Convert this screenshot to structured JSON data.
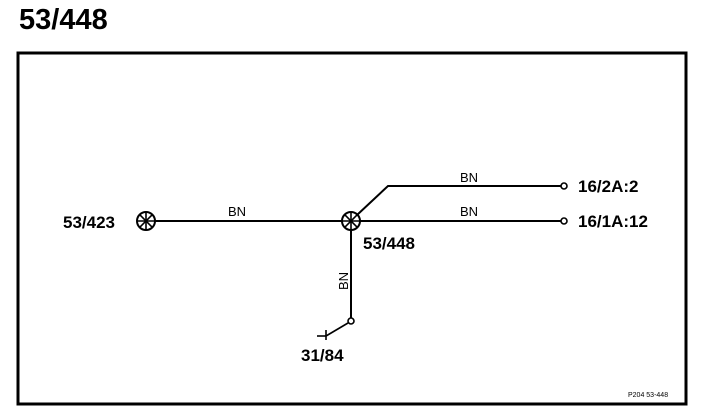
{
  "title": "53/448",
  "nodes": {
    "left_connector": "53/423",
    "splice": "53/448",
    "ground": "31/84",
    "terminal_top": "16/2A:2",
    "terminal_bottom": "16/1A:12"
  },
  "wires": {
    "main": "BN",
    "branch_top": "BN",
    "branch_bottom": "BN",
    "branch_ground": "BN"
  },
  "reference": "P204 53-448",
  "colors": {
    "line": "#000000",
    "background": "#ffffff"
  }
}
